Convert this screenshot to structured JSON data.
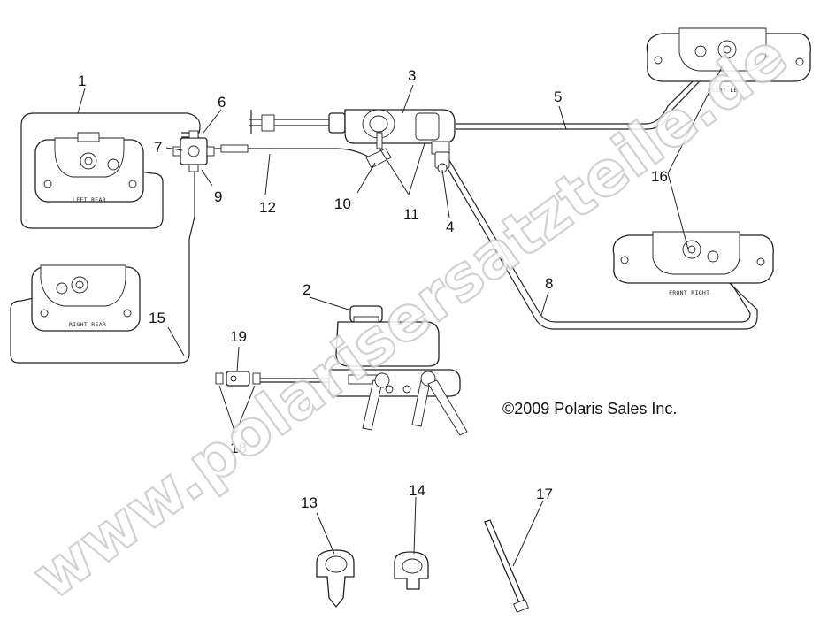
{
  "diagram": {
    "copyright": "©2009 Polaris Sales Inc.",
    "watermark": "www.polarisersatzteile.de",
    "caliper_labels": {
      "left_rear": "LEFT REAR",
      "right_rear": "RIGHT REAR",
      "front_left": "FRONT LEFT",
      "front_right": "FRONT RIGHT"
    },
    "callouts": {
      "c1": "1",
      "c2": "2",
      "c3": "3",
      "c4": "4",
      "c5": "5",
      "c6": "6",
      "c7": "7",
      "c8": "8",
      "c9": "9",
      "c10": "10",
      "c11": "11",
      "c12": "12",
      "c13": "13",
      "c14": "14",
      "c15": "15",
      "c16": "16",
      "c17": "17",
      "c18": "18",
      "c19": "19"
    }
  }
}
